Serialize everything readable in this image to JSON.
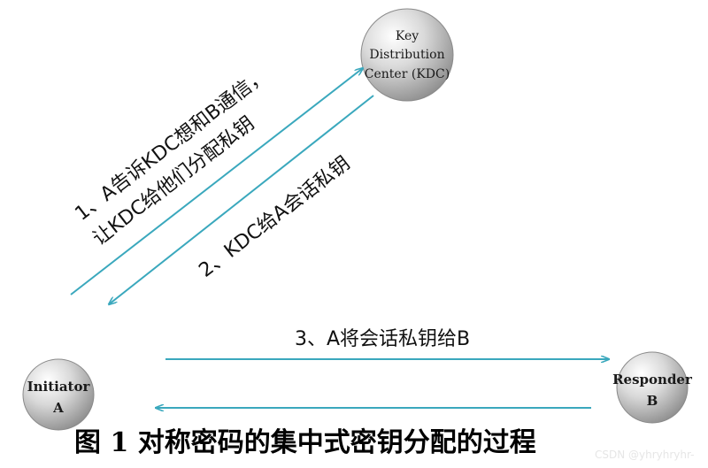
{
  "nodes": {
    "kdc": {
      "lines": [
        "Key",
        "Distribution",
        "Center (KDC)"
      ]
    },
    "initiator": {
      "lines": [
        "Initiator",
        "A"
      ]
    },
    "responder": {
      "lines": [
        "Responder",
        "B"
      ]
    }
  },
  "steps": {
    "step1_line1": "1、A告诉KDC想和B通信，",
    "step1_line2": "让KDC给他们分配私钥",
    "step2": "2、KDC给A会话私钥",
    "step3": "3、A将会话私钥给B"
  },
  "caption": "图 1  对称密码的集中式密钥分配的过程",
  "watermark": "CSDN @yhryhryhr-",
  "colors": {
    "arrow": "#3aa8bd",
    "node_fill": "#bdbdbd",
    "node_stroke": "#8a8a8a"
  }
}
